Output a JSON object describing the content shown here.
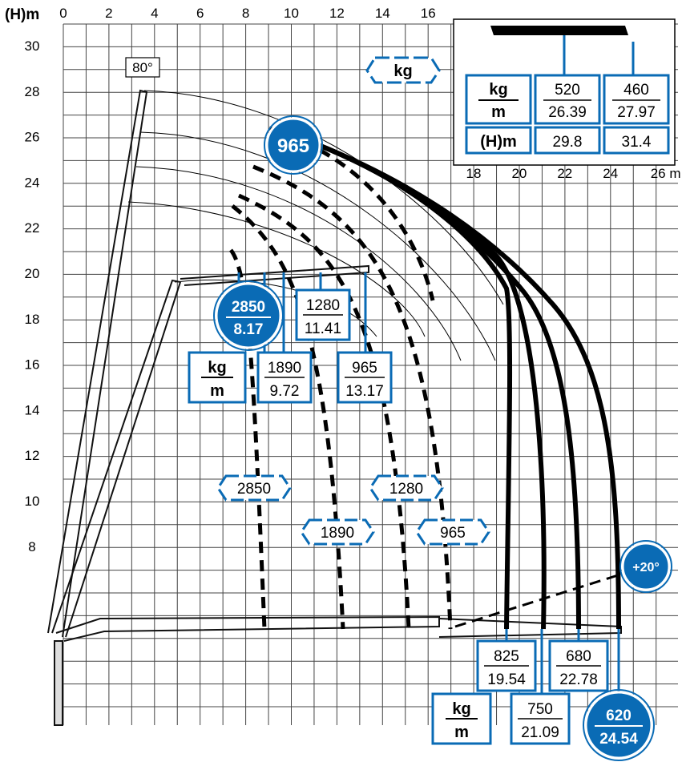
{
  "axes": {
    "y_label": "(H)m",
    "x_ticks_top": [
      "0",
      "2",
      "4",
      "6",
      "8",
      "10",
      "12",
      "14",
      "16"
    ],
    "y_ticks": [
      "30",
      "28",
      "26",
      "24",
      "22",
      "20",
      "18",
      "16",
      "14",
      "12",
      "10",
      "8"
    ],
    "x_ticks_inset": [
      "18",
      "20",
      "22",
      "24",
      "26 m"
    ]
  },
  "angles": {
    "max_angle": "80°",
    "jib_angle": "+20°"
  },
  "units": {
    "kg": "kg",
    "m": "m",
    "height": "(H)m"
  },
  "inset_table": {
    "col1": {
      "kg": "520",
      "m": "26.39",
      "h": "29.8"
    },
    "col2": {
      "kg": "460",
      "m": "27.97",
      "h": "31.4"
    }
  },
  "top_circle": "965",
  "load_points": [
    {
      "kg": "2850",
      "m": "8.17"
    },
    {
      "kg": "1890",
      "m": "9.72"
    },
    {
      "kg": "1280",
      "m": "11.41"
    },
    {
      "kg": "965",
      "m": "13.17"
    }
  ],
  "curve_labels": [
    "2850",
    "1890",
    "1280",
    "965"
  ],
  "bottom_points": [
    {
      "kg": "825",
      "m": "19.54"
    },
    {
      "kg": "750",
      "m": "21.09"
    },
    {
      "kg": "680",
      "m": "22.78"
    },
    {
      "kg": "620",
      "m": "24.54"
    }
  ],
  "colors": {
    "brand_blue": "#0a6bb5",
    "grid": "#444444"
  }
}
